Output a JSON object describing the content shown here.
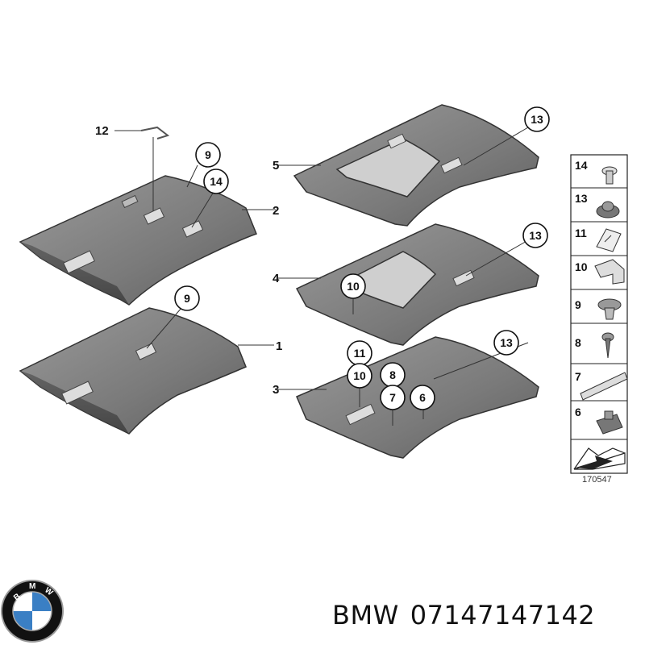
{
  "diagram": {
    "diagram_number": "170547",
    "assembly_labels": [
      "1",
      "2",
      "3",
      "4",
      "5"
    ],
    "part_labels": [
      "14",
      "13",
      "11",
      "10",
      "9",
      "8",
      "7",
      "6"
    ],
    "callouts": {
      "top_left_12": "12",
      "top_left_9": "9",
      "top_left_14": "14",
      "middle_left_9": "9",
      "top_right_13": "13",
      "middle_right_13": "13",
      "middle_right_10": "10",
      "bottom_right_13": "13",
      "bottom_right_11": "11",
      "bottom_right_10": "10",
      "bottom_right_8": "8",
      "bottom_right_7": "7",
      "bottom_right_6": "6"
    }
  },
  "caption": {
    "brand": "BMW",
    "part_number": "07147147142"
  },
  "logo": {
    "icon": "bmw-roundel-icon",
    "letters": "BMW",
    "colors": {
      "blue": "#3a7fc4",
      "white": "#ffffff",
      "black": "#111111"
    }
  }
}
